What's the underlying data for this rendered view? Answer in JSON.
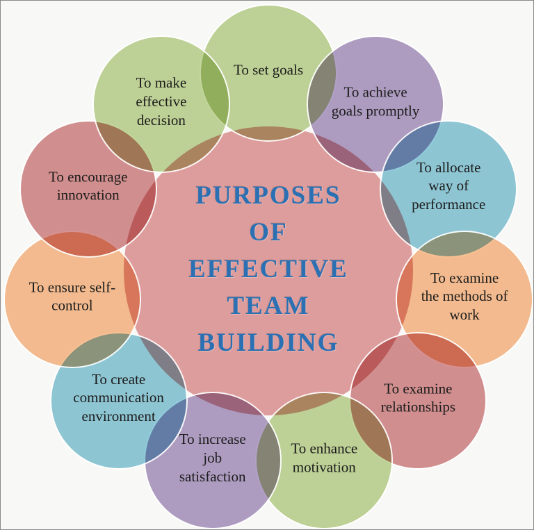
{
  "diagram": {
    "kind": "circular-purpose-diagram",
    "background_color": "#f8f8f6",
    "center": {
      "lines": [
        "PURPOSES",
        "OF",
        "EFFECTIVE",
        "TEAM",
        "BUILDING"
      ],
      "title": "PURPOSES OF EFFECTIVE TEAM BUILDING",
      "color": "#dd9d9c",
      "text_color": "#2b70b3"
    },
    "label_text_color": "#1c1c1c",
    "purposes": [
      {
        "label": "To set goals",
        "lines": [
          "To set goals"
        ],
        "color": "#c3d69b"
      },
      {
        "label": "To achieve goals promptly",
        "lines": [
          "To achieve",
          "goals promptly"
        ],
        "color": "#b2a1c7"
      },
      {
        "label": "To allocate way of performance",
        "lines": [
          "To allocate",
          "way of",
          "performance"
        ],
        "color": "#92cbdb"
      },
      {
        "label": "To examine the methods of work",
        "lines": [
          "To examine",
          "the methods of",
          "work"
        ],
        "color": "#f9c093"
      },
      {
        "label": "To examine relationships",
        "lines": [
          "To examine",
          "relationships"
        ],
        "color": "#d79293"
      },
      {
        "label": "To enhance motivation",
        "lines": [
          "To enhance",
          "motivation"
        ],
        "color": "#c3d69b"
      },
      {
        "label": "To increase job satisfaction",
        "lines": [
          "To increase",
          "job",
          "satisfaction"
        ],
        "color": "#b2a1c7"
      },
      {
        "label": "To create communication environment",
        "lines": [
          "To create",
          "communication",
          "environment"
        ],
        "color": "#92cbdb"
      },
      {
        "label": "To ensure self-control",
        "lines": [
          "To ensure self-",
          "control"
        ],
        "color": "#f9c093"
      },
      {
        "label": "To encourage innovation",
        "lines": [
          "To encourage",
          "innovation"
        ],
        "color": "#d79293"
      },
      {
        "label": "To make effective decision",
        "lines": [
          "To make",
          "effective",
          "decision"
        ],
        "color": "#c3d69b"
      }
    ]
  }
}
